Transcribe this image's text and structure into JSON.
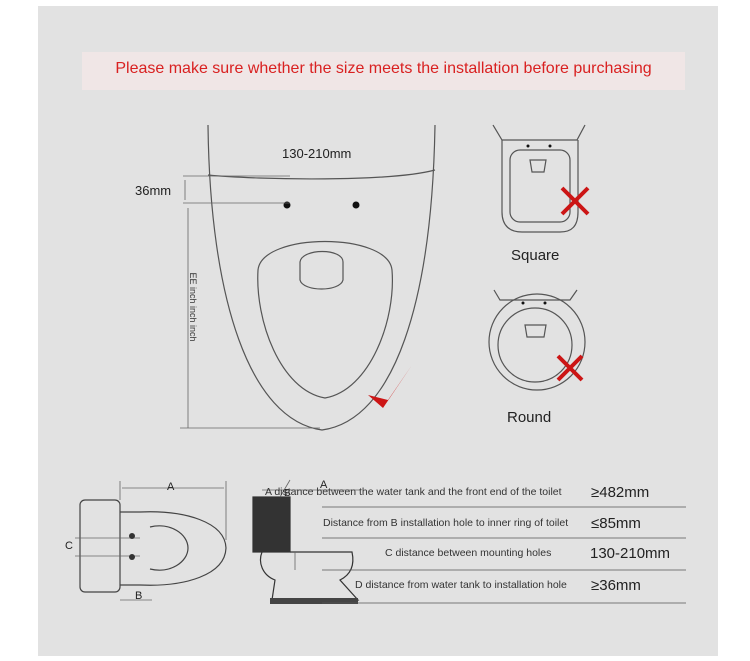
{
  "banner": {
    "text": "Please make sure whether the size meets the installation before purchasing"
  },
  "top_diagram": {
    "width_label": "130-210mm",
    "gap_label": "36mm",
    "vertical_label": "EE inch inch inch"
  },
  "shapes": {
    "square_label": "Square",
    "round_label": "Round"
  },
  "bottom_diagram": {
    "a_label": "A",
    "b_label": "B",
    "c_label": "C",
    "a_label_side": "A",
    "b_label_side": "B"
  },
  "specs": [
    {
      "label": "A distance between the water tank and the front end of the toilet",
      "value": "≥482mm"
    },
    {
      "label": "Distance from B installation hole to inner ring of toilet",
      "value": "≤85mm"
    },
    {
      "label": "C distance between mounting holes",
      "value": "130-210mm"
    },
    {
      "label": "D distance from water tank to installation hole",
      "value": "≥36mm"
    }
  ],
  "colors": {
    "accent_red": "#d92121",
    "check_red": "#cc1515",
    "panel_gray": "#e2e2e2"
  }
}
